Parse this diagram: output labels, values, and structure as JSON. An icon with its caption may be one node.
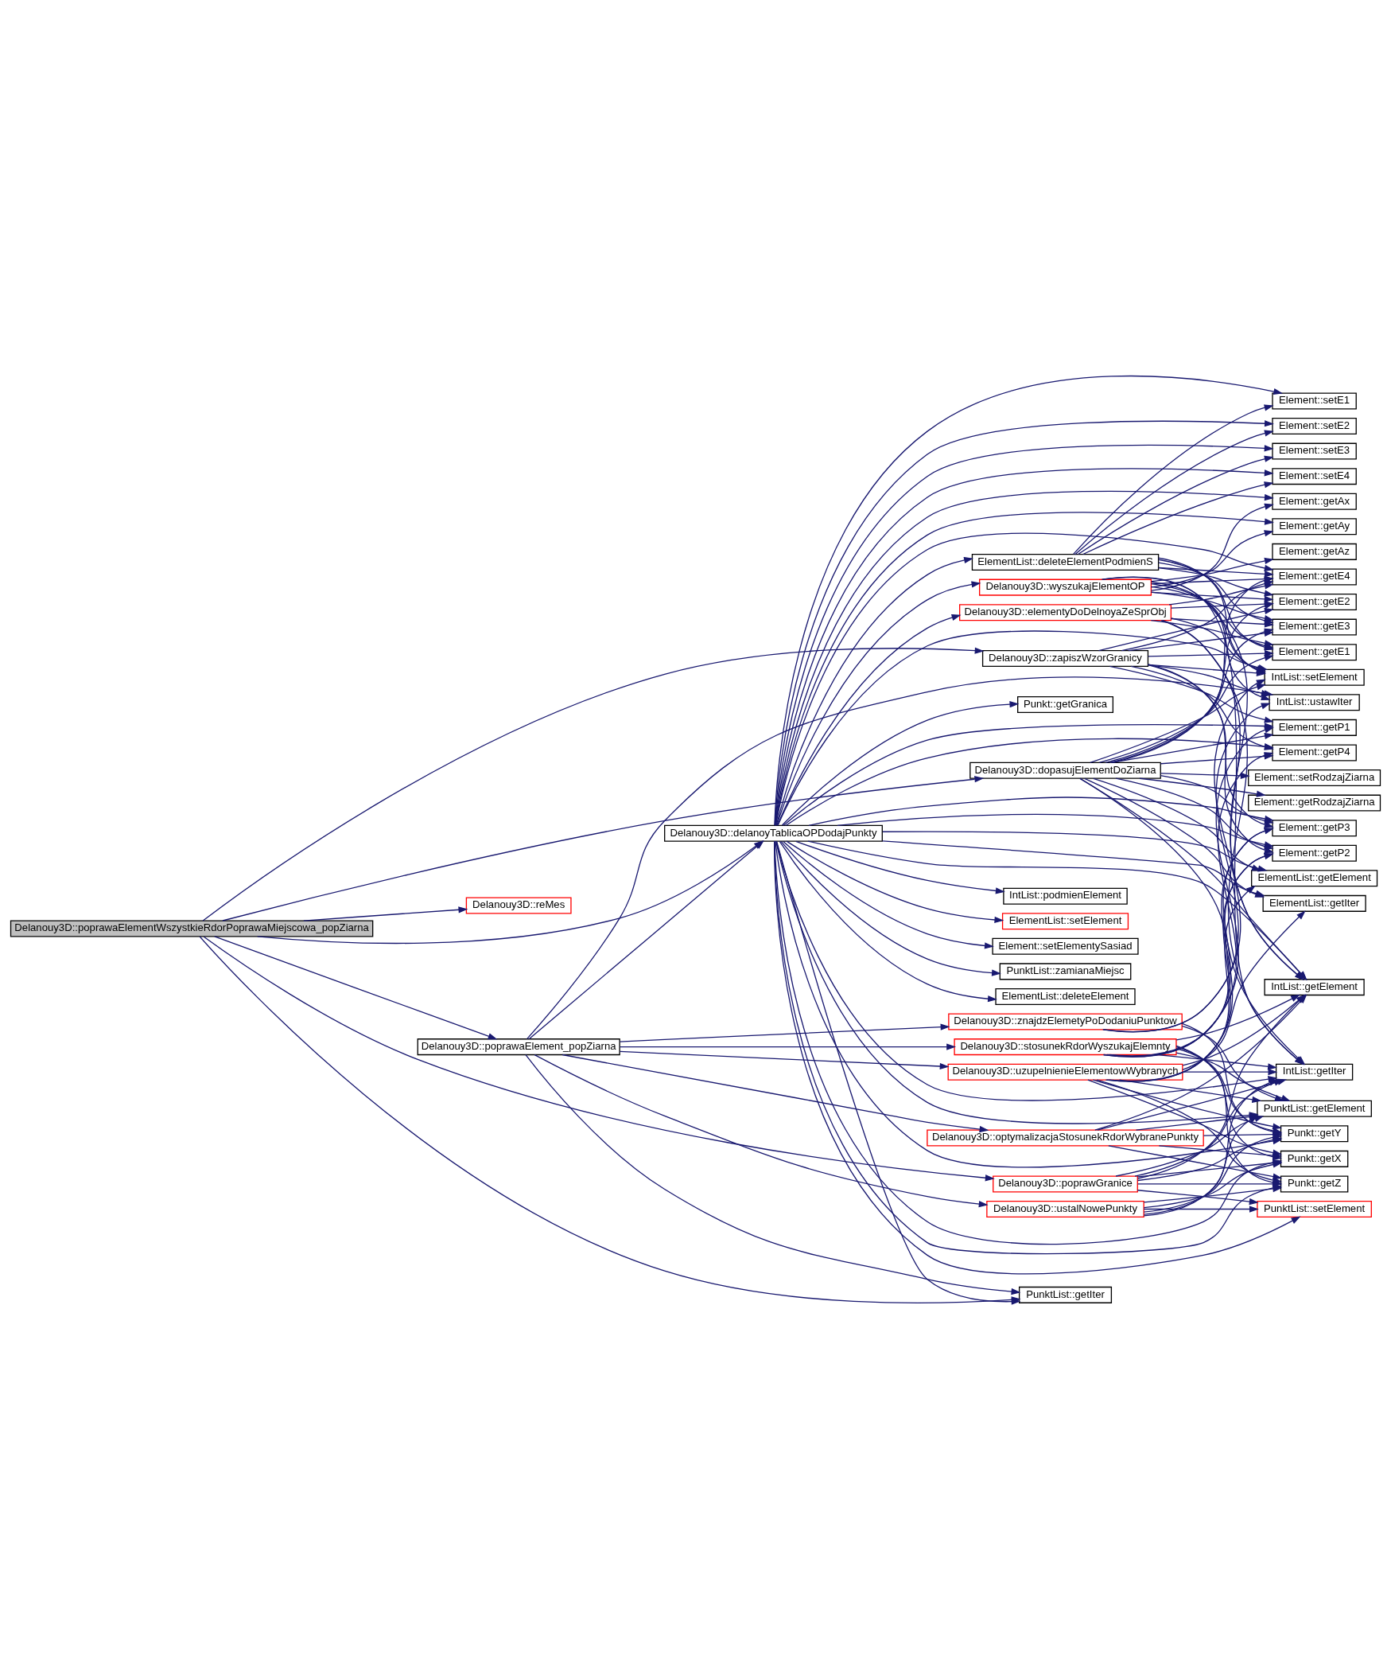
{
  "diagram": {
    "nodes": [
      {
        "text": [
          "Delanouy3D::poprawaElementWszystkieRdorPoprawaMiejscowa_popZiarna"
        ]
      },
      {
        "text": [
          "Delanouy3D::delanoyTablicaOPDodajPunkty"
        ]
      },
      {
        "text": [
          "Delanouy3D::poprawaElement_popZiarna"
        ]
      },
      {
        "text": [
          "Delanouy3D::reMes"
        ]
      },
      {
        "text": [
          "ElementList::deleteElementPodmienS"
        ]
      },
      {
        "text": [
          "Delanouy3D::wyszukajElementOP"
        ]
      },
      {
        "text": [
          "Delanouy3D::elementyDoDelnoyaZeSprObj"
        ]
      },
      {
        "text": [
          "Delanouy3D::zapiszWzorGranicy"
        ]
      },
      {
        "text": [
          "IntList::podmienElement"
        ]
      },
      {
        "text": [
          "ElementList::setElement"
        ]
      },
      {
        "text": [
          "Element::setElementySasiad"
        ]
      },
      {
        "text": [
          "PunktList::zamianaMiejsc"
        ]
      },
      {
        "text": [
          "ElementList::deleteElement"
        ]
      },
      {
        "text": [
          "Delanouy3D::dopasujElementDoZiarna"
        ]
      },
      {
        "text": [
          "Delanouy3D::znajdzElemetyPoDodaniuPunktow"
        ]
      },
      {
        "text": [
          "Delanouy3D::stosunekRdorWyszukajElemnty"
        ]
      },
      {
        "text": [
          "Delanouy3D::uzupelnienieElementowWybranych"
        ]
      },
      {
        "text": [
          "Delanouy3D::optymalizacjaStosunekRdorWybranePunkty"
        ]
      },
      {
        "text": [
          "Delanouy3D::ustalNowePunkty"
        ]
      },
      {
        "text": [
          "Delanouy3D::poprawGranice"
        ]
      },
      {
        "text": [
          "PunktList::getIter"
        ]
      },
      {
        "text": [
          "Element::setE1"
        ]
      },
      {
        "text": [
          "Element::setE2"
        ]
      },
      {
        "text": [
          "Element::setE3"
        ]
      },
      {
        "text": [
          "Element::setE4"
        ]
      },
      {
        "text": [
          "Element::getAx"
        ]
      },
      {
        "text": [
          "Element::getAy"
        ]
      },
      {
        "text": [
          "Element::getAz"
        ]
      },
      {
        "text": [
          "Element::getE3"
        ]
      },
      {
        "text": [
          "Element::getE4"
        ]
      },
      {
        "text": [
          "Element::getE1"
        ]
      },
      {
        "text": [
          "Element::getE2"
        ]
      },
      {
        "text": [
          "IntList::ustawIter"
        ]
      },
      {
        "text": [
          "IntList::setElement"
        ]
      },
      {
        "text": [
          "Element::getRodzajZiarna"
        ]
      },
      {
        "text": [
          "ElementList::getElement"
        ]
      },
      {
        "text": [
          "ElementList::getIter"
        ]
      },
      {
        "text": [
          "Element::setRodzajZiarna"
        ]
      },
      {
        "text": [
          "Element::getP3"
        ]
      },
      {
        "text": [
          "Element::getP1"
        ]
      },
      {
        "text": [
          "Element::getP4"
        ]
      },
      {
        "text": [
          "Element::getP2"
        ]
      },
      {
        "text": [
          "Punkt::getGranica"
        ]
      },
      {
        "text": [
          "IntList::getIter"
        ]
      },
      {
        "text": [
          "IntList::getElement"
        ]
      },
      {
        "text": [
          "PunktList::getElement"
        ]
      },
      {
        "text": [
          "Punkt::getX"
        ]
      },
      {
        "text": [
          "Punkt::getZ"
        ]
      },
      {
        "text": [
          "Punkt::getY"
        ]
      },
      {
        "text": [
          "PunktList::setElement"
        ]
      }
    ],
    "edges": [
      {
        "from": 0,
        "to": 20,
        "arrow": "to"
      },
      {
        "from": 0,
        "to": 7,
        "arrow": "to"
      },
      {
        "from": 0,
        "to": 1,
        "arrow": "to"
      },
      {
        "from": 0,
        "to": 13,
        "arrow": "to"
      },
      {
        "from": 0,
        "to": 2,
        "arrow": "to"
      },
      {
        "from": 0,
        "to": 3,
        "arrow": "to"
      },
      {
        "from": 0,
        "to": 19,
        "arrow": "to"
      },
      {
        "from": 2,
        "to": 20,
        "arrow": "to"
      },
      {
        "from": 2,
        "to": 1,
        "arrow": "to"
      },
      {
        "from": 2,
        "to": 32,
        "arrow": "to"
      },
      {
        "from": 2,
        "to": 14,
        "arrow": "to"
      },
      {
        "from": 2,
        "to": 15,
        "arrow": "to"
      },
      {
        "from": 2,
        "to": 16,
        "arrow": "to"
      },
      {
        "from": 2,
        "to": 17,
        "arrow": "to"
      },
      {
        "from": 2,
        "to": 18,
        "arrow": "to"
      },
      {
        "from": 1,
        "to": 20,
        "arrow": "to"
      },
      {
        "from": 1,
        "to": 21,
        "arrow": "to"
      },
      {
        "from": 1,
        "to": 22,
        "arrow": "to"
      },
      {
        "from": 1,
        "to": 23,
        "arrow": "to"
      },
      {
        "from": 1,
        "to": 24,
        "arrow": "to"
      },
      {
        "from": 1,
        "to": 25,
        "arrow": "to"
      },
      {
        "from": 1,
        "to": 26,
        "arrow": "to"
      },
      {
        "from": 1,
        "to": 4,
        "arrow": "to"
      },
      {
        "from": 1,
        "to": 5,
        "arrow": "to"
      },
      {
        "from": 1,
        "to": 29,
        "arrow": "to"
      },
      {
        "from": 1,
        "to": 6,
        "arrow": "to"
      },
      {
        "from": 1,
        "to": 8,
        "arrow": "to"
      },
      {
        "from": 1,
        "to": 9,
        "arrow": "to"
      },
      {
        "from": 1,
        "to": 10,
        "arrow": "to"
      },
      {
        "from": 1,
        "to": 33,
        "arrow": "to"
      },
      {
        "from": 1,
        "to": 11,
        "arrow": "to"
      },
      {
        "from": 1,
        "to": 12,
        "arrow": "to"
      },
      {
        "from": 1,
        "to": 35,
        "arrow": "to"
      },
      {
        "from": 1,
        "to": 36,
        "arrow": "to"
      },
      {
        "from": 1,
        "to": 38,
        "arrow": "to"
      },
      {
        "from": 1,
        "to": 39,
        "arrow": "to"
      },
      {
        "from": 1,
        "to": 40,
        "arrow": "to"
      },
      {
        "from": 1,
        "to": 41,
        "arrow": "to"
      },
      {
        "from": 1,
        "to": 42,
        "arrow": "to"
      },
      {
        "from": 1,
        "to": 43,
        "arrow": "to"
      },
      {
        "from": 1,
        "to": 44,
        "arrow": "to"
      },
      {
        "from": 1,
        "to": 45,
        "arrow": "to"
      },
      {
        "from": 1,
        "to": 46,
        "arrow": "to"
      },
      {
        "from": 1,
        "to": 47,
        "arrow": "to"
      },
      {
        "from": 1,
        "to": 48,
        "arrow": "to"
      },
      {
        "from": 1,
        "to": 49,
        "arrow": "to"
      },
      {
        "from": 4,
        "to": 21,
        "arrow": "to"
      },
      {
        "from": 4,
        "to": 22,
        "arrow": "to"
      },
      {
        "from": 4,
        "to": 23,
        "arrow": "to"
      },
      {
        "from": 4,
        "to": 24,
        "arrow": "to"
      },
      {
        "from": 4,
        "to": 28,
        "arrow": "to"
      },
      {
        "from": 4,
        "to": 29,
        "arrow": "to"
      },
      {
        "from": 4,
        "to": 30,
        "arrow": "to"
      },
      {
        "from": 4,
        "to": 31,
        "arrow": "to"
      },
      {
        "from": 4,
        "to": 33,
        "arrow": "to"
      },
      {
        "from": 5,
        "to": 25,
        "arrow": "to"
      },
      {
        "from": 5,
        "to": 26,
        "arrow": "to"
      },
      {
        "from": 5,
        "to": 27,
        "arrow": "to"
      },
      {
        "from": 5,
        "to": 28,
        "arrow": "to"
      },
      {
        "from": 5,
        "to": 29,
        "arrow": "to"
      },
      {
        "from": 5,
        "to": 30,
        "arrow": "to"
      },
      {
        "from": 5,
        "to": 31,
        "arrow": "to"
      },
      {
        "from": 5,
        "to": 32,
        "arrow": "to"
      },
      {
        "from": 5,
        "to": 33,
        "arrow": "to"
      },
      {
        "from": 5,
        "to": 43,
        "arrow": "to"
      },
      {
        "from": 5,
        "to": 44,
        "arrow": "to"
      },
      {
        "from": 6,
        "to": 28,
        "arrow": "to"
      },
      {
        "from": 6,
        "to": 29,
        "arrow": "to"
      },
      {
        "from": 6,
        "to": 30,
        "arrow": "to"
      },
      {
        "from": 6,
        "to": 31,
        "arrow": "to"
      },
      {
        "from": 6,
        "to": 33,
        "arrow": "to"
      },
      {
        "from": 6,
        "to": 43,
        "arrow": "to"
      },
      {
        "from": 6,
        "to": 44,
        "arrow": "to"
      },
      {
        "from": 7,
        "to": 28,
        "arrow": "to"
      },
      {
        "from": 7,
        "to": 29,
        "arrow": "to"
      },
      {
        "from": 7,
        "to": 30,
        "arrow": "to"
      },
      {
        "from": 7,
        "to": 31,
        "arrow": "to"
      },
      {
        "from": 7,
        "to": 32,
        "arrow": "to"
      },
      {
        "from": 7,
        "to": 33,
        "arrow": "to"
      },
      {
        "from": 7,
        "to": 38,
        "arrow": "to"
      },
      {
        "from": 7,
        "to": 39,
        "arrow": "to"
      },
      {
        "from": 7,
        "to": 40,
        "arrow": "to"
      },
      {
        "from": 7,
        "to": 41,
        "arrow": "to"
      },
      {
        "from": 13,
        "to": 28,
        "arrow": "to"
      },
      {
        "from": 13,
        "to": 29,
        "arrow": "to"
      },
      {
        "from": 13,
        "to": 30,
        "arrow": "to"
      },
      {
        "from": 13,
        "to": 31,
        "arrow": "to"
      },
      {
        "from": 13,
        "to": 33,
        "arrow": "to"
      },
      {
        "from": 13,
        "to": 34,
        "arrow": "to"
      },
      {
        "from": 13,
        "to": 35,
        "arrow": "to"
      },
      {
        "from": 13,
        "to": 36,
        "arrow": "to"
      },
      {
        "from": 13,
        "to": 37,
        "arrow": "to"
      },
      {
        "from": 13,
        "to": 38,
        "arrow": "to"
      },
      {
        "from": 13,
        "to": 39,
        "arrow": "to"
      },
      {
        "from": 13,
        "to": 40,
        "arrow": "to"
      },
      {
        "from": 13,
        "to": 41,
        "arrow": "to"
      },
      {
        "from": 13,
        "to": 43,
        "arrow": "to"
      },
      {
        "from": 13,
        "to": 44,
        "arrow": "to"
      },
      {
        "from": 14,
        "to": 32,
        "arrow": "to"
      },
      {
        "from": 14,
        "to": 33,
        "arrow": "to"
      },
      {
        "from": 14,
        "to": 45,
        "arrow": "to"
      },
      {
        "from": 14,
        "to": 48,
        "arrow": "to"
      },
      {
        "from": 15,
        "to": 38,
        "arrow": "to"
      },
      {
        "from": 15,
        "to": 39,
        "arrow": "to"
      },
      {
        "from": 15,
        "to": 40,
        "arrow": "to"
      },
      {
        "from": 15,
        "to": 41,
        "arrow": "to"
      },
      {
        "from": 15,
        "to": 43,
        "arrow": "to"
      },
      {
        "from": 15,
        "to": 44,
        "arrow": "to"
      },
      {
        "from": 15,
        "to": 45,
        "arrow": "to"
      },
      {
        "from": 15,
        "to": 46,
        "arrow": "to"
      },
      {
        "from": 15,
        "to": 47,
        "arrow": "to"
      },
      {
        "from": 15,
        "to": 48,
        "arrow": "to"
      },
      {
        "from": 16,
        "to": 35,
        "arrow": "to"
      },
      {
        "from": 16,
        "to": 36,
        "arrow": "to"
      },
      {
        "from": 16,
        "to": 38,
        "arrow": "to"
      },
      {
        "from": 16,
        "to": 41,
        "arrow": "to"
      },
      {
        "from": 16,
        "to": 43,
        "arrow": "to"
      },
      {
        "from": 16,
        "to": 44,
        "arrow": "to"
      },
      {
        "from": 16,
        "to": 45,
        "arrow": "to"
      },
      {
        "from": 16,
        "to": 46,
        "arrow": "to"
      },
      {
        "from": 16,
        "to": 47,
        "arrow": "to"
      },
      {
        "from": 16,
        "to": 48,
        "arrow": "to"
      },
      {
        "from": 17,
        "to": 43,
        "arrow": "to"
      },
      {
        "from": 17,
        "to": 44,
        "arrow": "to"
      },
      {
        "from": 17,
        "to": 45,
        "arrow": "to"
      },
      {
        "from": 17,
        "to": 46,
        "arrow": "to"
      },
      {
        "from": 17,
        "to": 47,
        "arrow": "to"
      },
      {
        "from": 17,
        "to": 48,
        "arrow": "to"
      },
      {
        "from": 18,
        "to": 43,
        "arrow": "to"
      },
      {
        "from": 18,
        "to": 45,
        "arrow": "to"
      },
      {
        "from": 18,
        "to": 46,
        "arrow": "to"
      },
      {
        "from": 18,
        "to": 47,
        "arrow": "to"
      },
      {
        "from": 18,
        "to": 48,
        "arrow": "to"
      },
      {
        "from": 18,
        "to": 49,
        "arrow": "to"
      },
      {
        "from": 19,
        "to": 43,
        "arrow": "to"
      },
      {
        "from": 19,
        "to": 44,
        "arrow": "to"
      },
      {
        "from": 19,
        "to": 45,
        "arrow": "to"
      },
      {
        "from": 19,
        "to": 46,
        "arrow": "to"
      },
      {
        "from": 19,
        "to": 47,
        "arrow": "to"
      },
      {
        "from": 19,
        "to": 48,
        "arrow": "to"
      },
      {
        "from": 19,
        "to": 49,
        "arrow": "to"
      }
    ]
  }
}
